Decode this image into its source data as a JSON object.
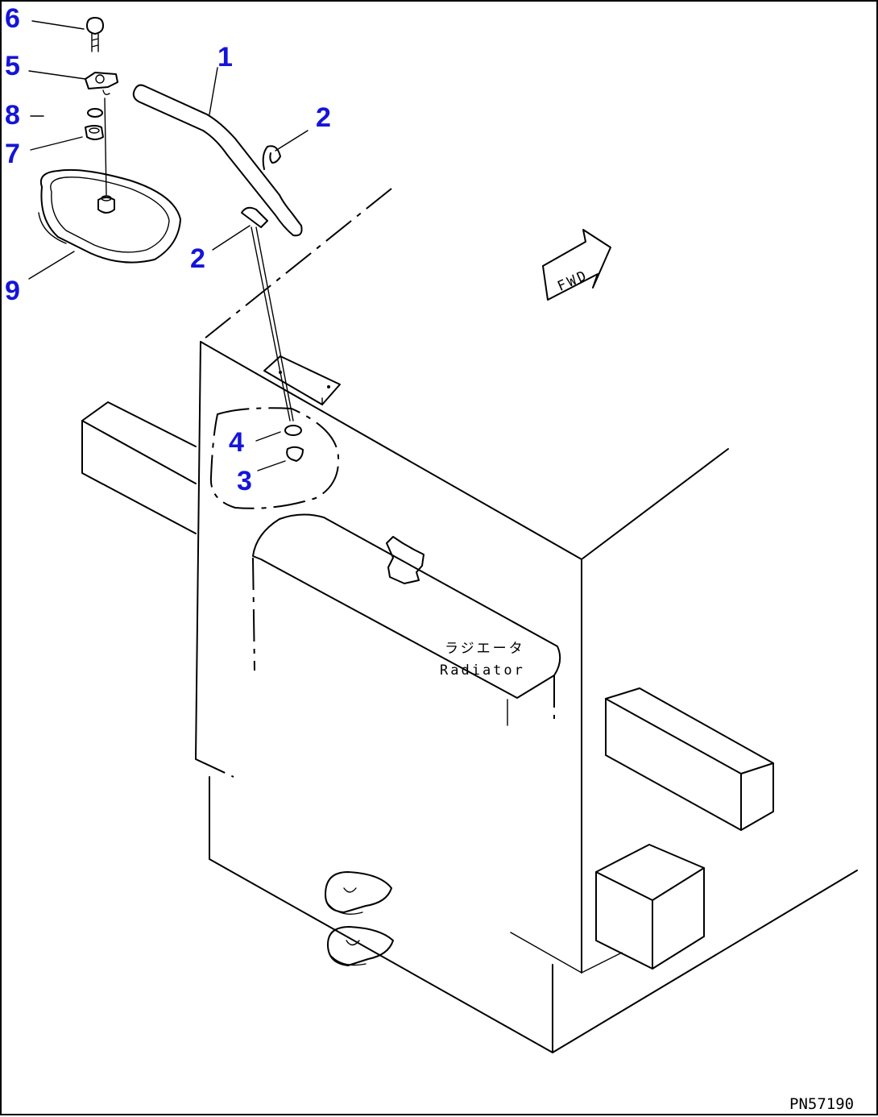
{
  "callouts": {
    "c1": "1",
    "c2a": "2",
    "c2b": "2",
    "c3": "3",
    "c4": "4",
    "c5": "5",
    "c6": "6",
    "c7": "7",
    "c8": "8",
    "c9": "9"
  },
  "labels": {
    "fwd": "FWD",
    "radiator_jp": "ラジエータ",
    "radiator_en": "Radiator"
  },
  "drawing_code": "PN57190",
  "colors": {
    "callout": "#1515d8",
    "line": "#000000",
    "background": "#ffffff"
  }
}
